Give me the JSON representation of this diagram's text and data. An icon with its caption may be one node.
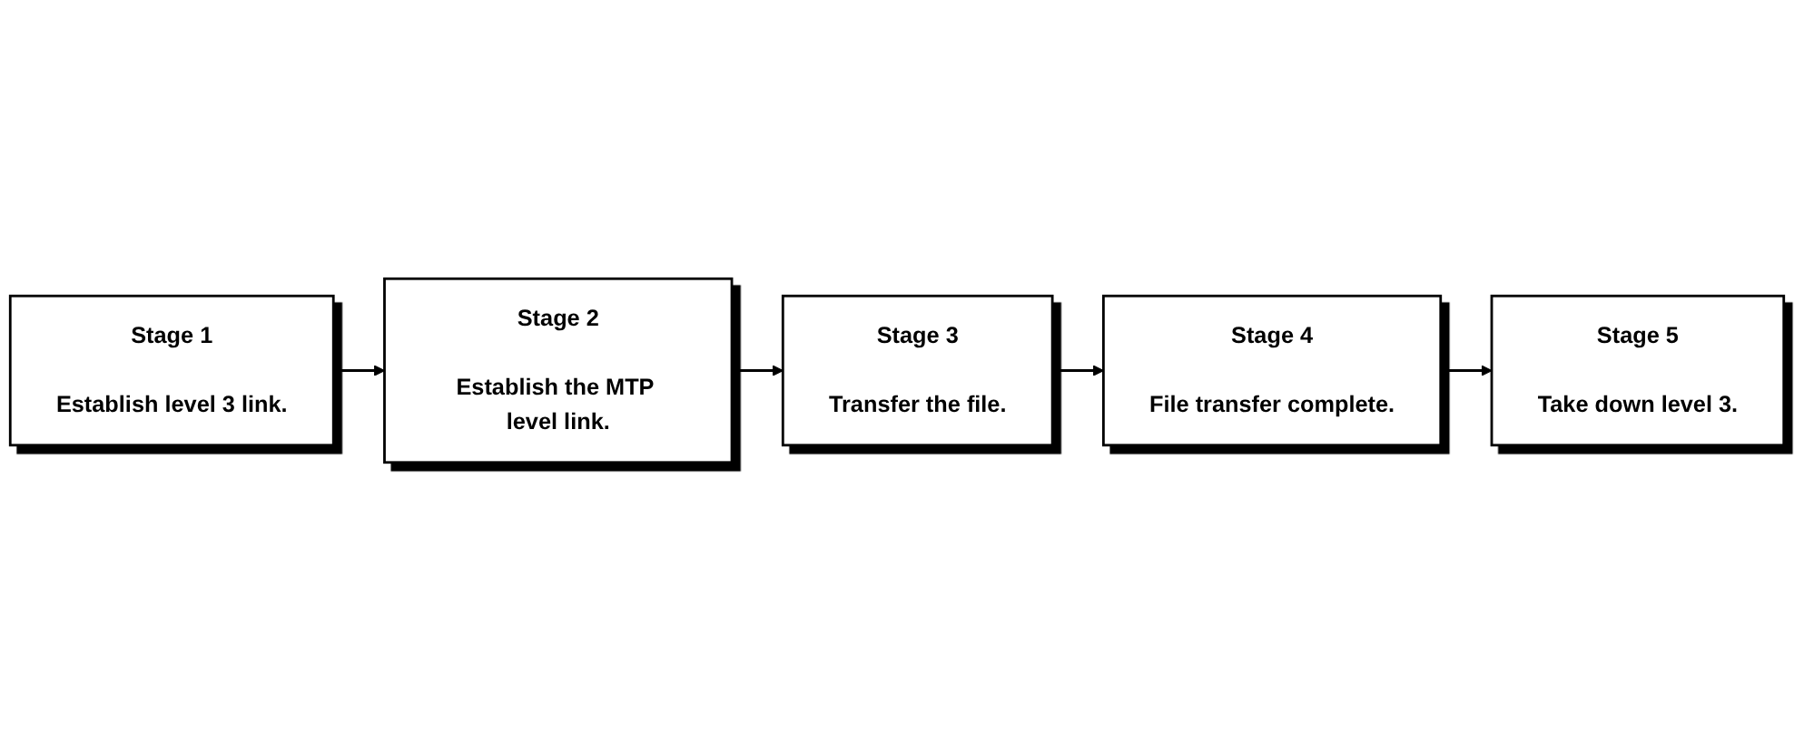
{
  "diagram": {
    "nodes": [
      {
        "text": [
          "Stage 1",
          "Establish level 3 link."
        ]
      },
      {
        "text": [
          "Stage 2",
          "Establish the MTP level link."
        ]
      },
      {
        "text": [
          "Stage 3",
          "Transfer the file."
        ]
      },
      {
        "text": [
          "Stage 4",
          "File transfer complete."
        ]
      },
      {
        "text": [
          "Stage 5",
          "Take down level 3."
        ]
      }
    ],
    "edges": [
      {
        "from": 0,
        "to": 1,
        "arrow": "to"
      },
      {
        "from": 1,
        "to": 2,
        "arrow": "to"
      },
      {
        "from": 2,
        "to": 3,
        "arrow": "to"
      },
      {
        "from": 3,
        "to": 4,
        "arrow": "to"
      }
    ]
  }
}
